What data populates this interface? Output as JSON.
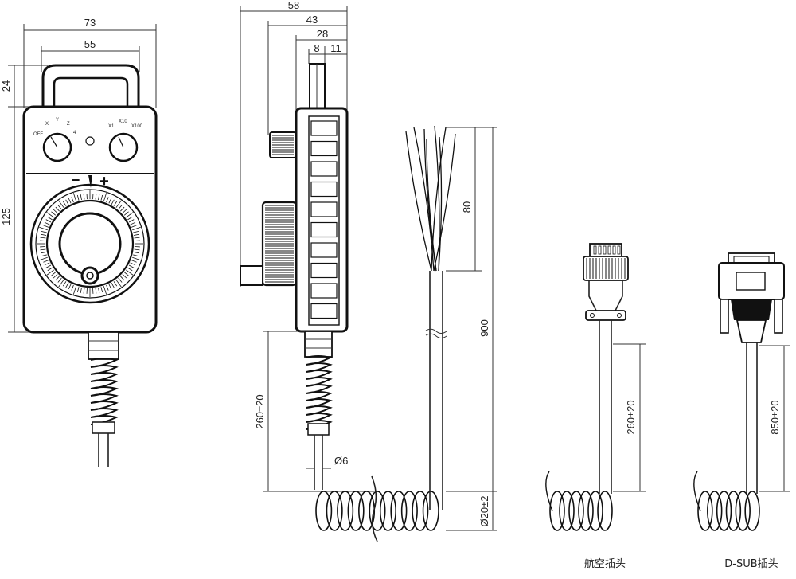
{
  "front_view": {
    "dims": {
      "width_total": "73",
      "width_handle": "55",
      "height_handle": "24",
      "height_body": "125"
    },
    "labels": {
      "axis_off": "OFF",
      "axis_x": "X",
      "axis_y": "Y",
      "axis_z": "Z",
      "axis_4": "4",
      "step_x1": "X1",
      "step_x10": "X10",
      "step_x100": "X100",
      "minus": "−",
      "plus": "+"
    }
  },
  "side_view": {
    "dims": {
      "d58": "58",
      "d43": "43",
      "d28": "28",
      "d8": "8",
      "d11": "11",
      "cable_len": "260±20",
      "cable_dia": "Ø6"
    }
  },
  "open_wire_cable": {
    "dims": {
      "wire_len": "80",
      "total_len": "900",
      "coil_dia": "Ø20±2"
    }
  },
  "aviation_plug": {
    "dims": {
      "cable_len": "260±20"
    },
    "caption": "航空插头"
  },
  "dsub_plug": {
    "dims": {
      "cable_len": "850±20"
    },
    "caption": "D-SUB插头"
  },
  "colors": {
    "line": "#222222",
    "body": "#111111",
    "background": "#ffffff"
  }
}
